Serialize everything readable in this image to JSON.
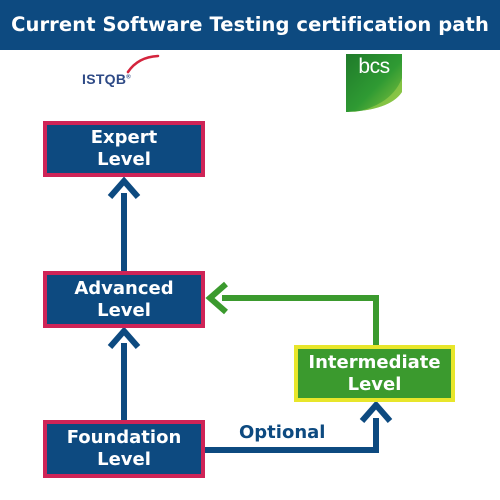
{
  "title": "Current Software Testing certification path",
  "logos": {
    "istqb": {
      "text": "ISTQB",
      "mark": "®"
    },
    "bcs": {
      "text": "bcs"
    }
  },
  "nodes": {
    "expert": {
      "line1": "Expert",
      "line2": "Level"
    },
    "advanced": {
      "line1": "Advanced",
      "line2": "Level"
    },
    "foundation": {
      "line1": "Foundation",
      "line2": "Level"
    },
    "intermediate": {
      "line1": "Intermediate",
      "line2": "Level"
    }
  },
  "edges": {
    "optional_label": "Optional"
  },
  "colors": {
    "title_bg": "#0d4a80",
    "node_blue": "#0d4a80",
    "node_blue_border": "#cf2457",
    "node_green": "#3b9a2e",
    "node_green_border": "#e8e62a",
    "arrow_blue": "#0d4a80",
    "arrow_green": "#3b9a2e",
    "bcs_green": "#2f8f2b"
  }
}
